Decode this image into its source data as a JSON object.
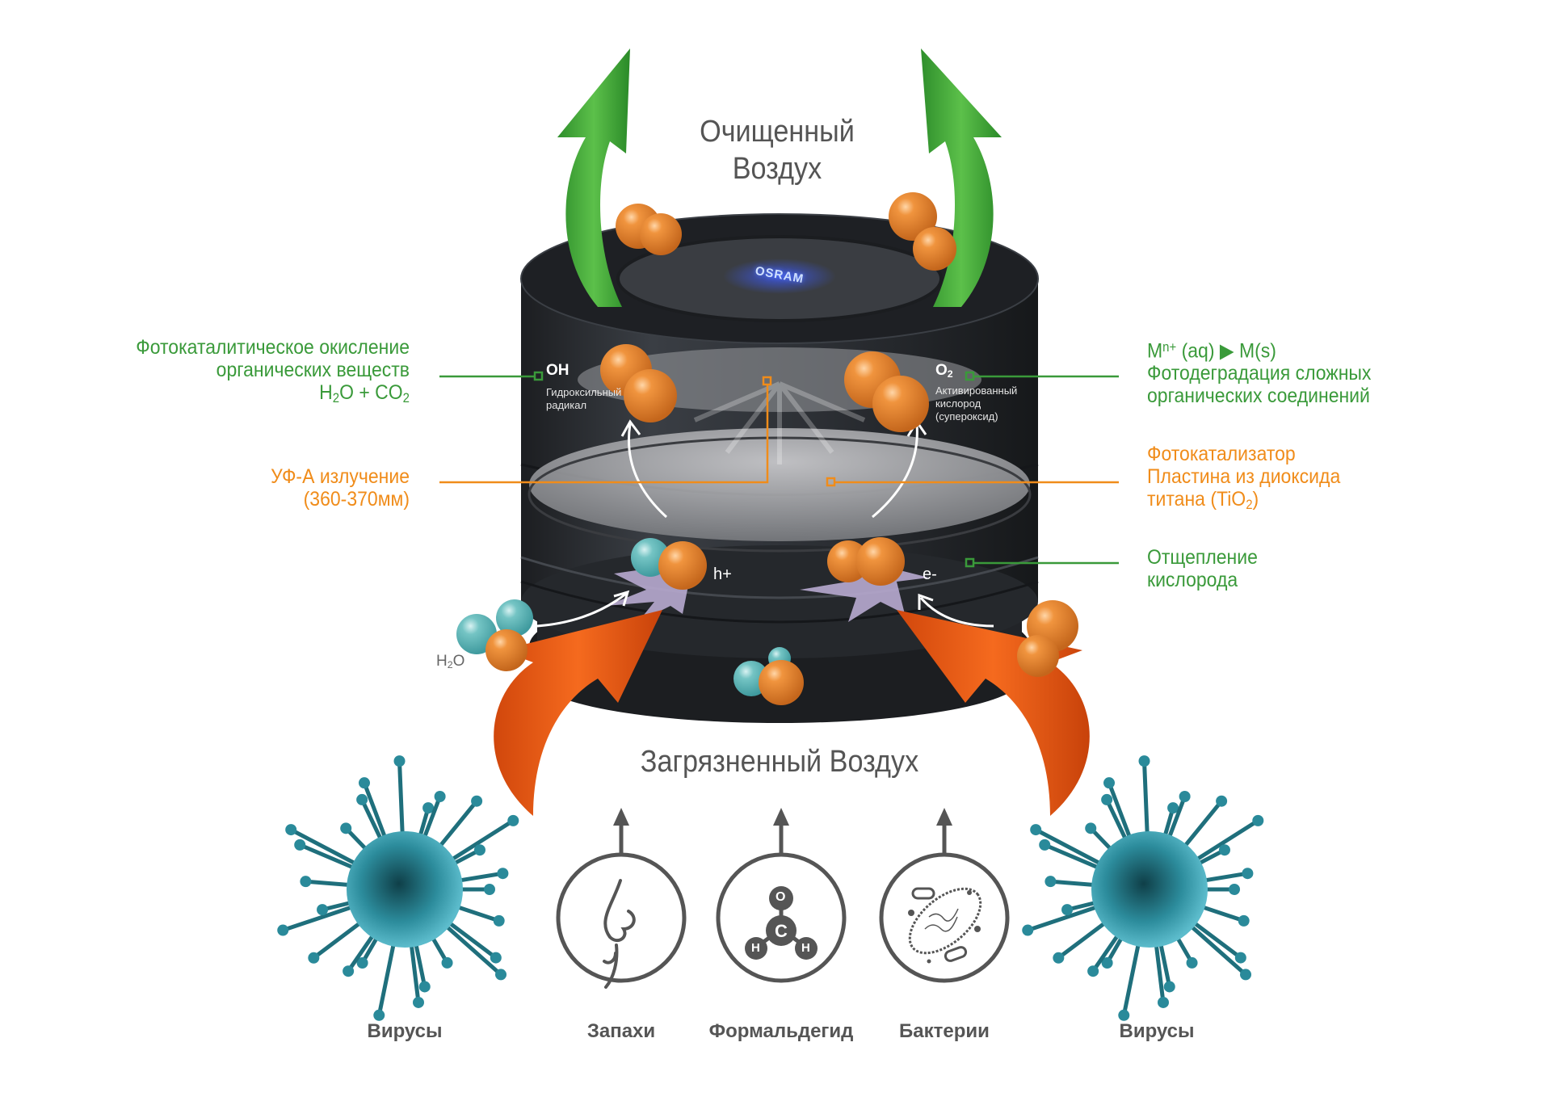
{
  "title": {
    "clean_air_line1": "Очищенный",
    "clean_air_line2": "Воздух",
    "polluted_air": "Загрязненный Воздух"
  },
  "device": {
    "brand": "OSRAM",
    "oh_label": "OH",
    "oh_desc_line1": "Гидроксильный",
    "oh_desc_line2": "радикал",
    "o2_label": "O",
    "o2_sub": "2",
    "o2_desc_line1": "Активированный",
    "o2_desc_line2": "кислород",
    "o2_desc_line3": "(супероксид)",
    "h_plus": "h+",
    "e_minus": "e-",
    "h2o_h": "H",
    "h2o_sub": "2",
    "h2o_o": "O"
  },
  "callouts": {
    "left_green": {
      "line1": "Фотокаталитическое окисление",
      "line2": "органических веществ",
      "formula_h": "H",
      "formula_sub1": "2",
      "formula_mid": "O + CO",
      "formula_sub2": "2",
      "color": "#3a9a3a"
    },
    "left_orange": {
      "line1": "УФ-А излучение",
      "line2": "(360-370мм)",
      "color": "#f08c1a"
    },
    "right_green_top": {
      "formula_m": "M",
      "formula_sup": "n+",
      "formula_rest": " (aq) ▶ M(s)",
      "line2": "Фотодеградация сложных",
      "line3": "органических соединений",
      "color": "#3a9a3a"
    },
    "right_orange": {
      "line1": "Фотокатализатор",
      "line2": "Пластина из диоксида",
      "line3_pre": "титана (TiO",
      "line3_sub": "2",
      "line3_post": ")",
      "color": "#f08c1a"
    },
    "right_green_bottom": {
      "line1": "Отщепление",
      "line2": "кислорода",
      "color": "#3a9a3a"
    }
  },
  "pollutants": [
    {
      "label": "Вирусы",
      "icon": "virus-icon"
    },
    {
      "label": "Запахи",
      "icon": "nose-icon"
    },
    {
      "label": "Формальдегид",
      "icon": "formaldehyde-molecule-icon",
      "atoms": [
        "O",
        "C",
        "H",
        "H"
      ]
    },
    {
      "label": "Бактерии",
      "icon": "bacteria-icon"
    },
    {
      "label": "Вирусы",
      "icon": "virus-icon"
    }
  ],
  "colors": {
    "green_arrow": "#3da53a",
    "orange_arrow": "#e85a14",
    "molecule_orange": "#e0802e",
    "molecule_teal": "#5fb8b8",
    "device_body": "#2a2d31",
    "text_gray": "#555555",
    "virus": "#2a8a9a"
  }
}
